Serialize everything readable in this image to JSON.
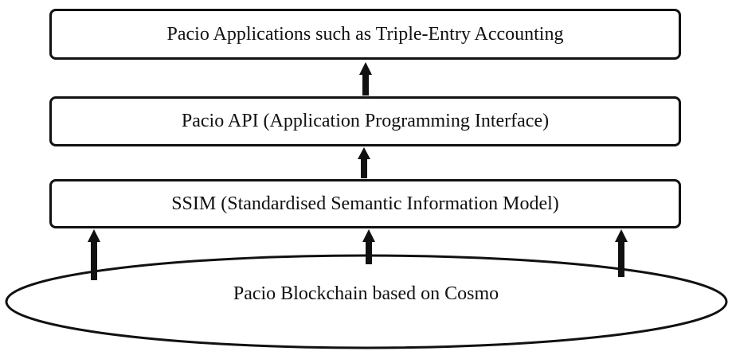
{
  "layers": {
    "applications": "Pacio Applications such as Triple-Entry Accounting",
    "api": "Pacio API (Application Programming Interface)",
    "ssim": "SSIM (Standardised Semantic Information Model)",
    "blockchain": "Pacio Blockchain based on Cosmo"
  },
  "colors": {
    "stroke": "#111111",
    "fill": "#ffffff"
  }
}
